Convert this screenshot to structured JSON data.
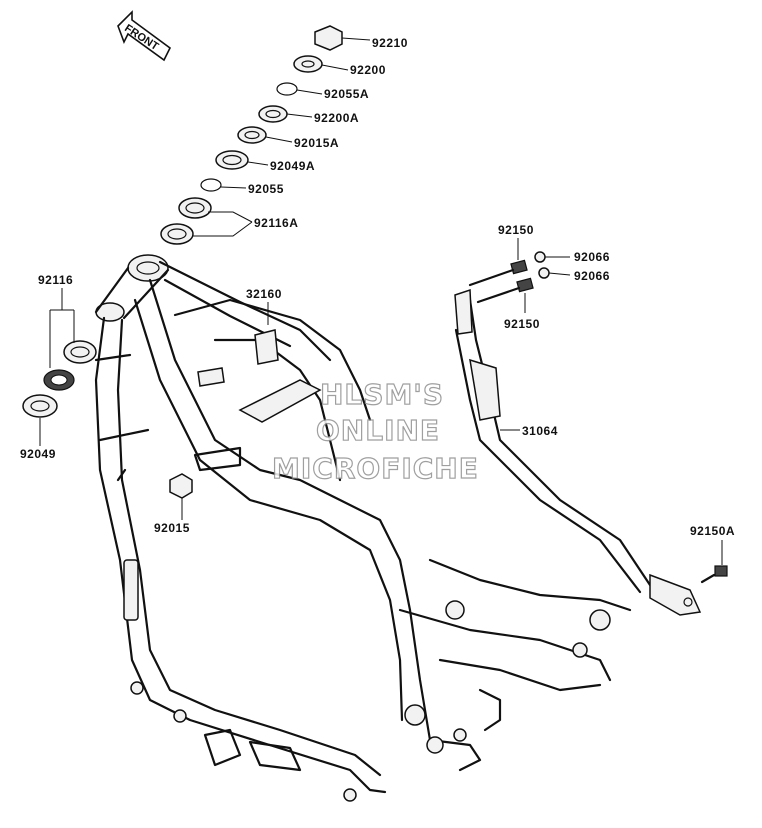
{
  "direction_arrow": {
    "label": "FRONT"
  },
  "watermark": {
    "line1": "HLSM'S",
    "line2": "ONLINE",
    "line3": "MICROFICHE"
  },
  "part_labels": {
    "p92210": "92210",
    "p92200": "92200",
    "p92055A": "92055A",
    "p92200A": "92200A",
    "p92015A": "92015A",
    "p92049A": "92049A",
    "p92055": "92055",
    "p92116A": "92116A",
    "p92116": "92116",
    "p92049": "92049",
    "p32160": "32160",
    "p92150_top": "92150",
    "p92066_a": "92066",
    "p92066_b": "92066",
    "p92150_mid": "92150",
    "p31064": "31064",
    "p92015": "92015",
    "p92150A": "92150A"
  }
}
